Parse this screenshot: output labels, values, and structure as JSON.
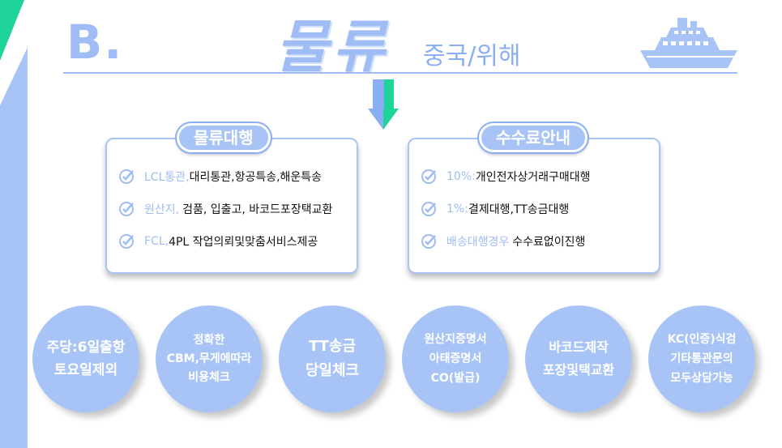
{
  "heading": {
    "letter": "B.",
    "main": "물류",
    "sub": "중국/위해"
  },
  "icons": {
    "ship": "ship-icon",
    "arrow": "arrow-down-icon",
    "check": "check-circle-icon"
  },
  "colors": {
    "accent_blue": "#a8c4f7",
    "accent_green": "#1fd49a",
    "text_dark": "#111111"
  },
  "panels": [
    {
      "title": "물류대행",
      "items": [
        {
          "highlight": "LCL통관,",
          "text": "대리통관,항공특송,해운특송"
        },
        {
          "highlight": "원산지,",
          "text": "검품, 입출고, 바코드포장택교환"
        },
        {
          "highlight": "FCL,",
          "text": "4PL 작업의뢰및맞춤서비스제공"
        }
      ]
    },
    {
      "title": "수수료안내",
      "items": [
        {
          "highlight": "10%:",
          "text": "개인전자상거래구매대행"
        },
        {
          "highlight": "1%:",
          "text": "결제대행,TT송금대행"
        },
        {
          "highlight": "배송대행경우",
          "text": "수수료없이진행"
        }
      ]
    }
  ],
  "circles": [
    {
      "lines": [
        "주당:6일출항",
        "토요일제외"
      ]
    },
    {
      "lines": [
        "정확한",
        "CBM,무게에따라",
        "비용체크"
      ]
    },
    {
      "lines": [
        "TT송금",
        "당일체크"
      ]
    },
    {
      "lines": [
        "원산지증명서",
        "아태증명서",
        "CO(발급)"
      ]
    },
    {
      "lines": [
        "바코드제작",
        "포장및택교환"
      ]
    },
    {
      "lines": [
        "KC(인증)식검",
        "기타통관문의",
        "모두상담가능"
      ]
    }
  ]
}
